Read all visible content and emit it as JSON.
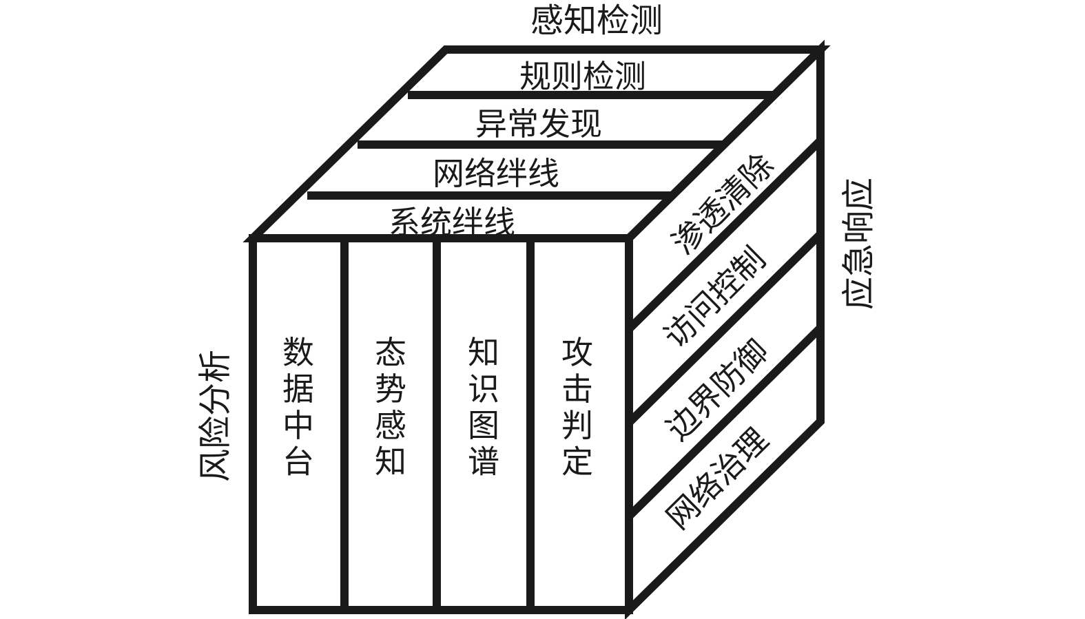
{
  "colors": {
    "stroke": "#1a1a1a",
    "fill": "#ffffff",
    "text": "#1a1a1a"
  },
  "axes": {
    "top": "感知检测",
    "right": "应急响应",
    "left": "风险分析"
  },
  "top_face": {
    "strips": [
      "规则检测",
      "异常发现",
      "网络绊线",
      "系统绊线"
    ]
  },
  "front_face": {
    "columns": [
      "数据中台",
      "态势感知",
      "知识图谱",
      "攻击判定"
    ]
  },
  "side_face": {
    "layers": [
      "渗透清除",
      "访问控制",
      "边界防御",
      "网络治理"
    ]
  }
}
